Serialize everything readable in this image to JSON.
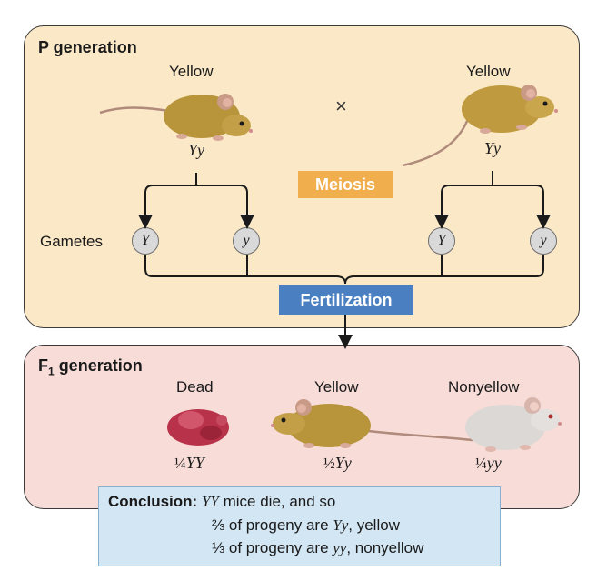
{
  "p_panel": {
    "title": "P generation",
    "left_parent": {
      "phenotype": "Yellow",
      "genotype": "Yy"
    },
    "right_parent": {
      "phenotype": "Yellow",
      "genotype": "Yy"
    },
    "cross_symbol": "×",
    "meiosis_label": "Meiosis",
    "gametes_label": "Gametes",
    "gametes": [
      "Y",
      "y",
      "Y",
      "y"
    ],
    "fertilization_label": "Fertilization"
  },
  "f1_panel": {
    "title_prefix": "F",
    "title_sub": "1",
    "title_suffix": " generation",
    "offspring": [
      {
        "phenotype": "Dead",
        "fraction": "¼",
        "genotype": "YY"
      },
      {
        "phenotype": "Yellow",
        "fraction": "½",
        "genotype": "Yy"
      },
      {
        "phenotype": "Nonyellow",
        "fraction": "¼",
        "genotype": "yy"
      }
    ]
  },
  "conclusion": {
    "label": "Conclusion:",
    "line1_geno": "YY",
    "line1_text": " mice die, and so",
    "line2_frac": "⅔",
    "line2_mid": " of progeny are ",
    "line2_geno": "Yy",
    "line2_end": ", yellow",
    "line3_frac": "⅓",
    "line3_mid": " of progeny are ",
    "line3_geno": "yy",
    "line3_end": ", nonyellow"
  },
  "colors": {
    "p_panel_bg": "#fbe8c7",
    "f1_panel_bg": "#f7dcd8",
    "meiosis": "#f0ae4d",
    "fertilization": "#4a7fc1",
    "conclusion_bg": "#d3e6f4",
    "yellow_mouse": "#b8953a",
    "nonyellow_mouse": "#dcd8d6",
    "dead_embryo": "#b8324a"
  }
}
